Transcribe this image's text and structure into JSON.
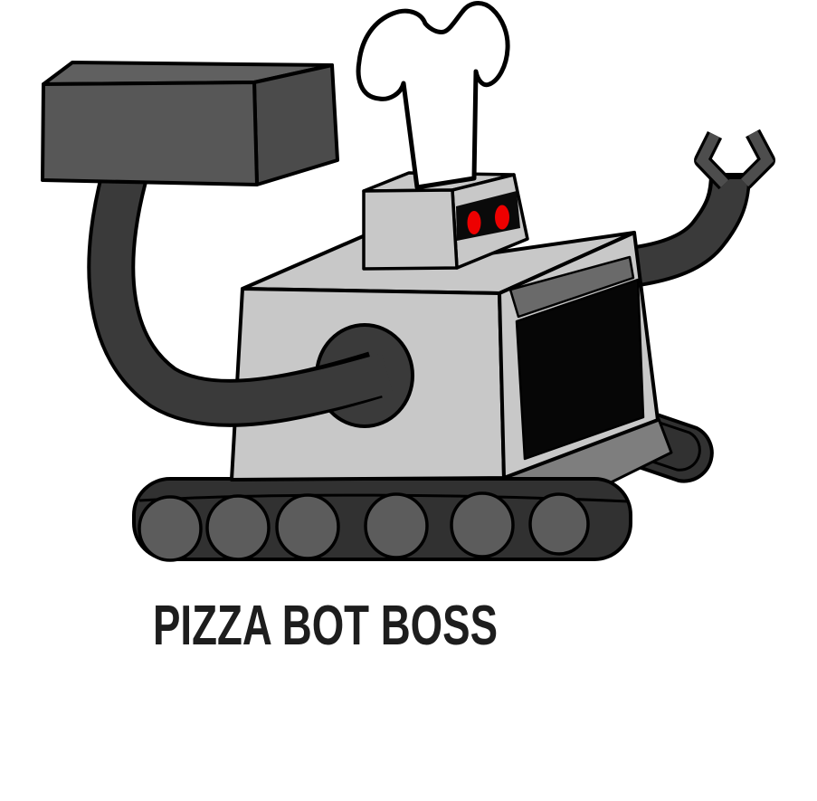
{
  "scene": {
    "type": "cartoon-illustration",
    "caption": "PIZZA BOT BOSS",
    "description": "Cartoon pizza chef robot with a white chef hat, black visor with two red eyes, boxy gray body with a black oven screen and vent slot, a left arm holding a dark pizza box overhead, a right arm raised with an open gripper claw, riding dark tank treads with six road wheels, on a plain white background"
  },
  "robot": {
    "parts": [
      "chef-hat",
      "head",
      "visor",
      "red-eyes",
      "torso",
      "oven-screen",
      "vent-slot",
      "shoulder-joint",
      "left-arm",
      "pizza-box",
      "right-arm",
      "gripper-claw",
      "front-tread",
      "rear-tread",
      "road-wheels"
    ],
    "eye_count": 2,
    "wheel_count": 6
  },
  "colors": {
    "bg": "#FFFFFF",
    "outline": "#000000",
    "light": "#C8C8C8",
    "dark": "#3A3A3A",
    "claw": "#4D4D4D",
    "tread": "#313131",
    "wheel": "#5C5C5C",
    "box-front": "#575757",
    "box-top": "#606060",
    "box-side": "#4B4B4B",
    "vent": "#6A6A6A",
    "under": "#7E7E7E",
    "screen": "#060606",
    "visor": "#0A0A0A",
    "eye": "#EE0000",
    "hat": "#FFFFFF",
    "text": "#1D1D1D"
  }
}
